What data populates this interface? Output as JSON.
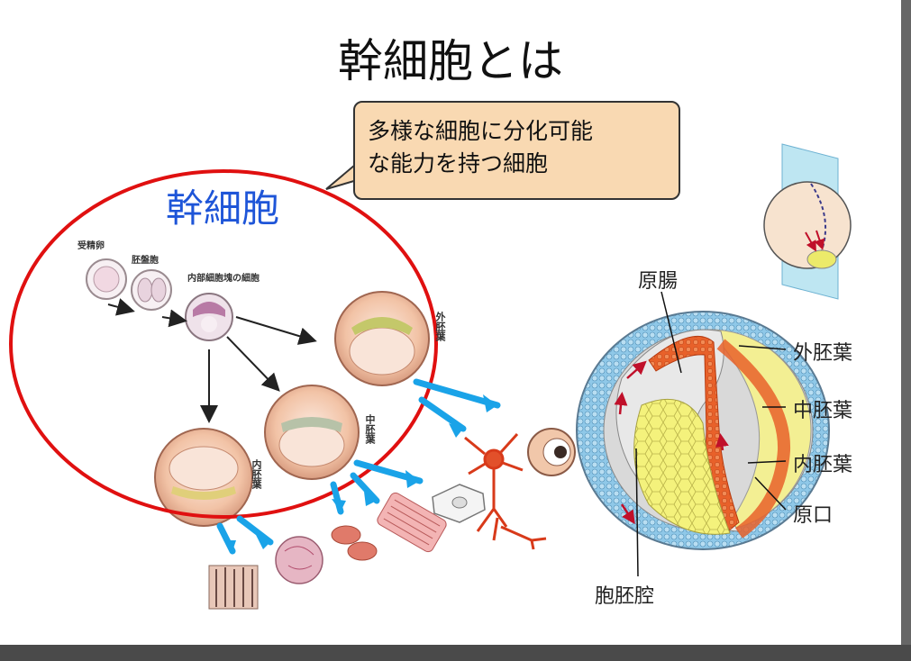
{
  "slide": {
    "title": "幹細胞とは",
    "callout": {
      "line1": "多様な細胞に分化可能",
      "line2": "な能力を持つ細胞"
    },
    "stem_cell_label": "幹細胞"
  },
  "cell_labels": {
    "fertilized_egg": "受精卵",
    "blastomere": "胚盤胞",
    "inner_cell_mass": "内部細胞塊の細胞",
    "ectoderm_v": "外胚葉",
    "mesoderm_v": "中胚葉",
    "endoderm_v": "内胚葉"
  },
  "embryo_labels": {
    "archenteron": "原腸",
    "ectoderm": "外胚葉",
    "mesoderm": "中胚葉",
    "endoderm": "内胚葉",
    "blastopore": "原口",
    "blastocoel": "胞胚腔"
  },
  "colors": {
    "title": "#111111",
    "stem_label": "#1e55d8",
    "circle": "#e01010",
    "callout_bg": "#f9d9b2",
    "arrow_blue": "#1aa3e8",
    "ectoderm": "#8fc8e8",
    "mesoderm": "#e8612a",
    "endoderm": "#f3f07a"
  }
}
